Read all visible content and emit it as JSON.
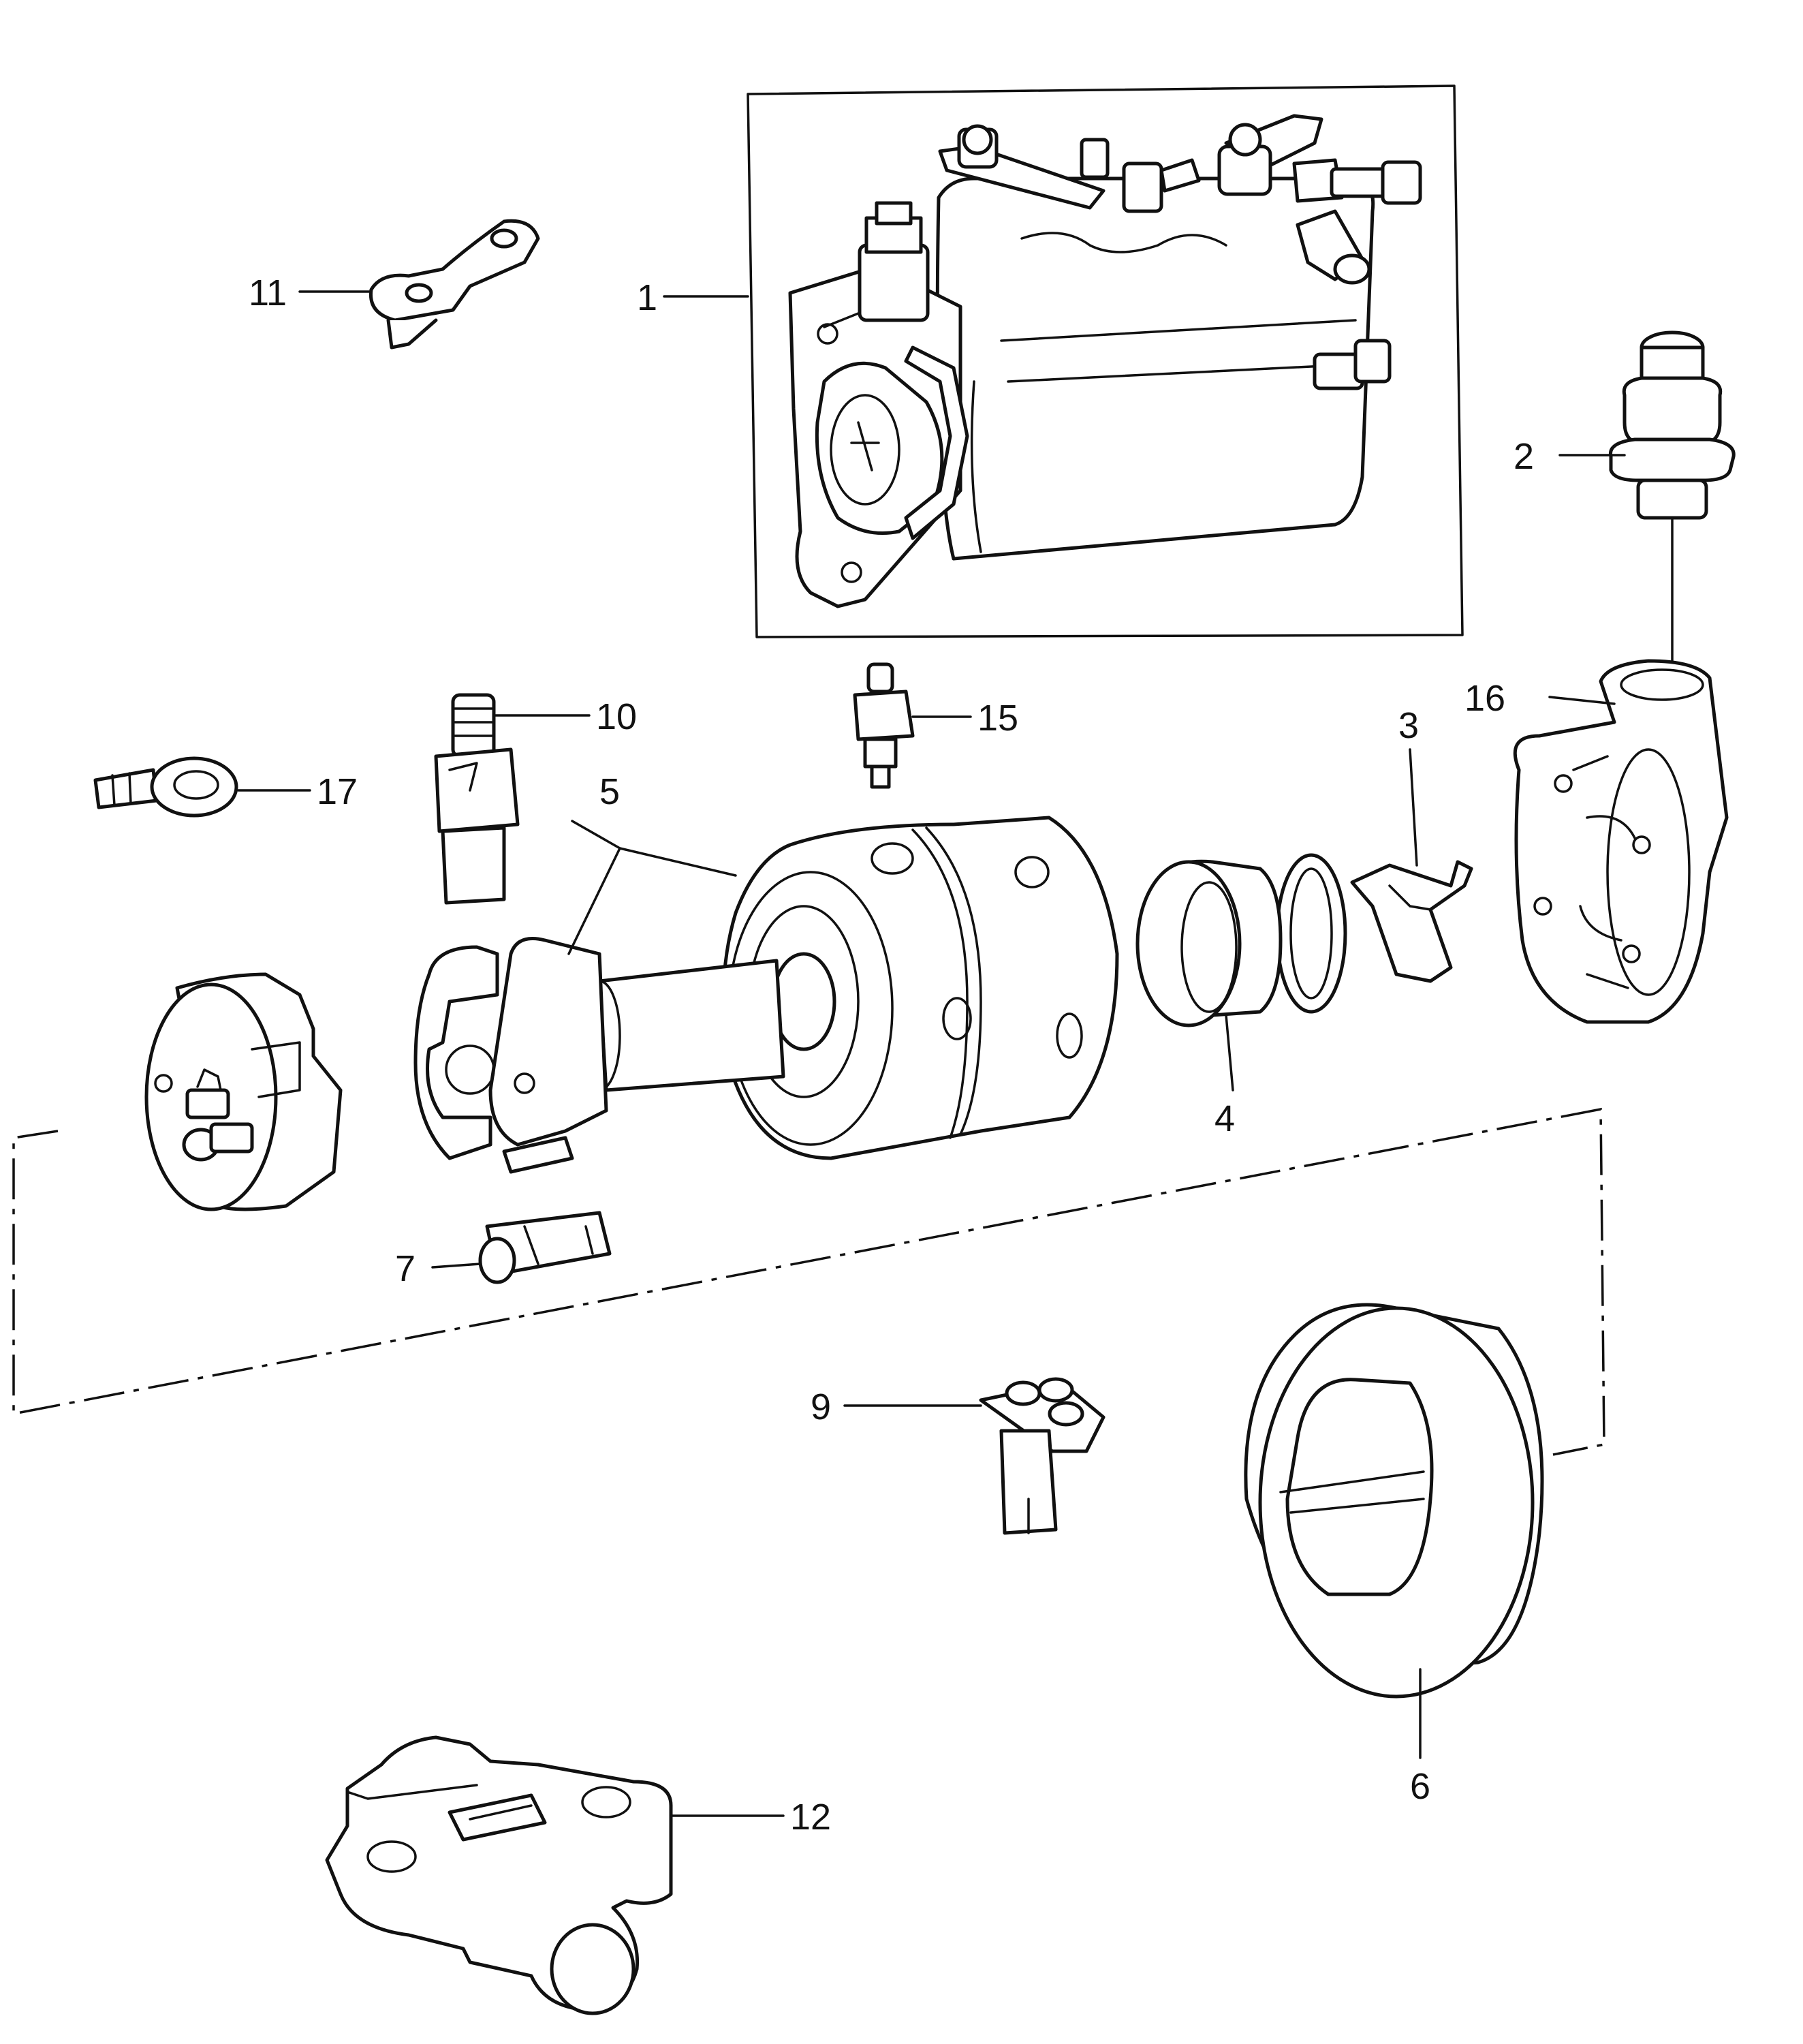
{
  "callouts": {
    "c1": "1",
    "c2": "2",
    "c3": "3",
    "c4": "4",
    "c5": "5",
    "c6": "6",
    "c7": "7",
    "c9": "9",
    "c10": "10",
    "c11": "11",
    "c12": "12",
    "c15": "15",
    "c16": "16",
    "c17": "17"
  }
}
